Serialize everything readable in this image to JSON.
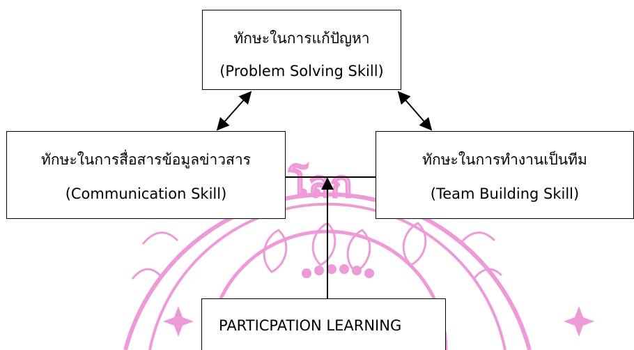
{
  "diagram": {
    "nodes": {
      "problem_solving": {
        "thai": "ทักษะในการแก้ปัญหา",
        "english": "(Problem Solving Skill)"
      },
      "communication": {
        "thai": "ทักษะในการสื่อสารข้อมูลข่าวสาร",
        "english": "(Communication Skill)"
      },
      "team_building": {
        "thai": "ทักษะในการทำงานเป็นทีม",
        "english": "(Team Building Skill)"
      },
      "learning": {
        "label": "PARTICPATION LEARNING"
      }
    },
    "edges": [
      {
        "from": "communication",
        "to": "problem_solving",
        "style": "double-arrow"
      },
      {
        "from": "team_building",
        "to": "problem_solving",
        "style": "double-arrow"
      },
      {
        "from": "communication",
        "to": "team_building",
        "style": "line"
      },
      {
        "from": "learning",
        "to": "communication-team-link",
        "style": "arrow"
      }
    ]
  },
  "watermark": {
    "text": "โลก",
    "color": "#ee9ad8"
  },
  "colors": {
    "box_border": "#000000",
    "text": "#000000",
    "watermark": "#ee9ad8"
  }
}
